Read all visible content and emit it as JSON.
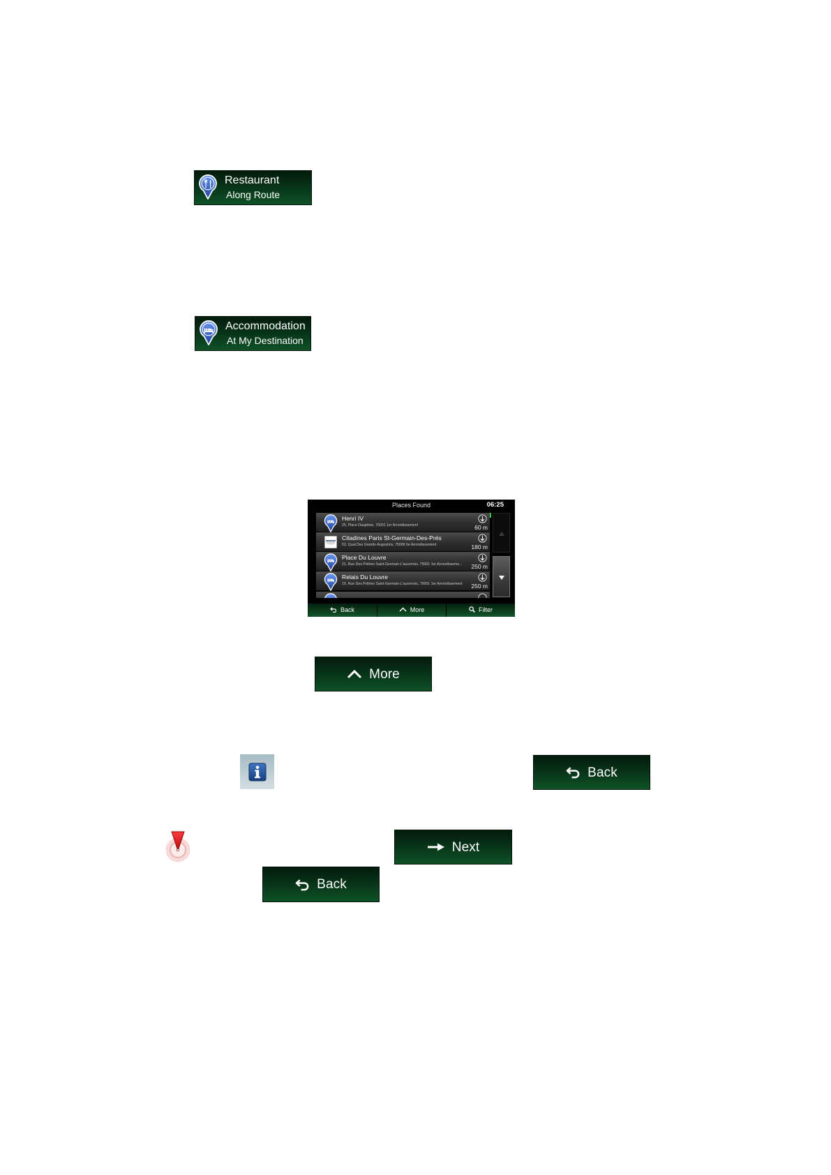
{
  "buttons": {
    "restaurant": {
      "title": "Restaurant",
      "subtitle": "Along Route",
      "icon": "restaurant-pin-icon"
    },
    "accommodation": {
      "title": "Accommodation",
      "subtitle": "At My Destination",
      "icon": "bed-pin-icon"
    },
    "more": {
      "label": "More",
      "icon": "chevron-up-icon"
    },
    "back_top": {
      "label": "Back",
      "icon": "back-arrow-icon"
    },
    "next": {
      "label": "Next",
      "icon": "right-arrow-icon"
    },
    "back_bottom": {
      "label": "Back",
      "icon": "back-arrow-icon"
    }
  },
  "standalone_icons": [
    "info-icon",
    "destination-marker-icon"
  ],
  "places_found_screen": {
    "title": "Places Found",
    "clock": "06:25",
    "results": [
      {
        "name": "Henri IV",
        "address": "25, Place Dauphine, 75001 1er Arrondissement",
        "distance": "60 m",
        "icon": "hotel-pin-icon"
      },
      {
        "name": "Citadines Paris St-Germain-Des-Prés",
        "address": "53, Quai Des Grands-Augustins, 75006 6e Arrondissement",
        "distance": "180 m",
        "icon": "hotel-logo-icon"
      },
      {
        "name": "Place Du Louvre",
        "address": "21, Rue Des Prêtres Saint-Germain-L'auxerrois, 75001 1er Arrondisseme...",
        "distance": "250 m",
        "icon": "hotel-pin-icon"
      },
      {
        "name": "Relais Du Louvre",
        "address": "19, Rue Des Prêtres Saint-Germain-L'auxerrois, 75001 1er Arrondissement",
        "distance": "250 m",
        "icon": "hotel-pin-icon"
      }
    ],
    "scroll": {
      "up_icon": "scroll-up-arrow-icon",
      "down_icon": "scroll-down-arrow-icon"
    },
    "toolbar": [
      {
        "label": "Back",
        "icon": "back-arrow-icon"
      },
      {
        "label": "More",
        "icon": "chevron-up-icon"
      },
      {
        "label": "Filter",
        "icon": "search-icon"
      }
    ]
  },
  "colors": {
    "button_dark": "#031a0b",
    "button_mid": "#08361a",
    "button_light": "#0e5226",
    "pin_blue": "#2a5bd0",
    "marker_red": "#e02020",
    "info_blue": "#1d4f94"
  }
}
